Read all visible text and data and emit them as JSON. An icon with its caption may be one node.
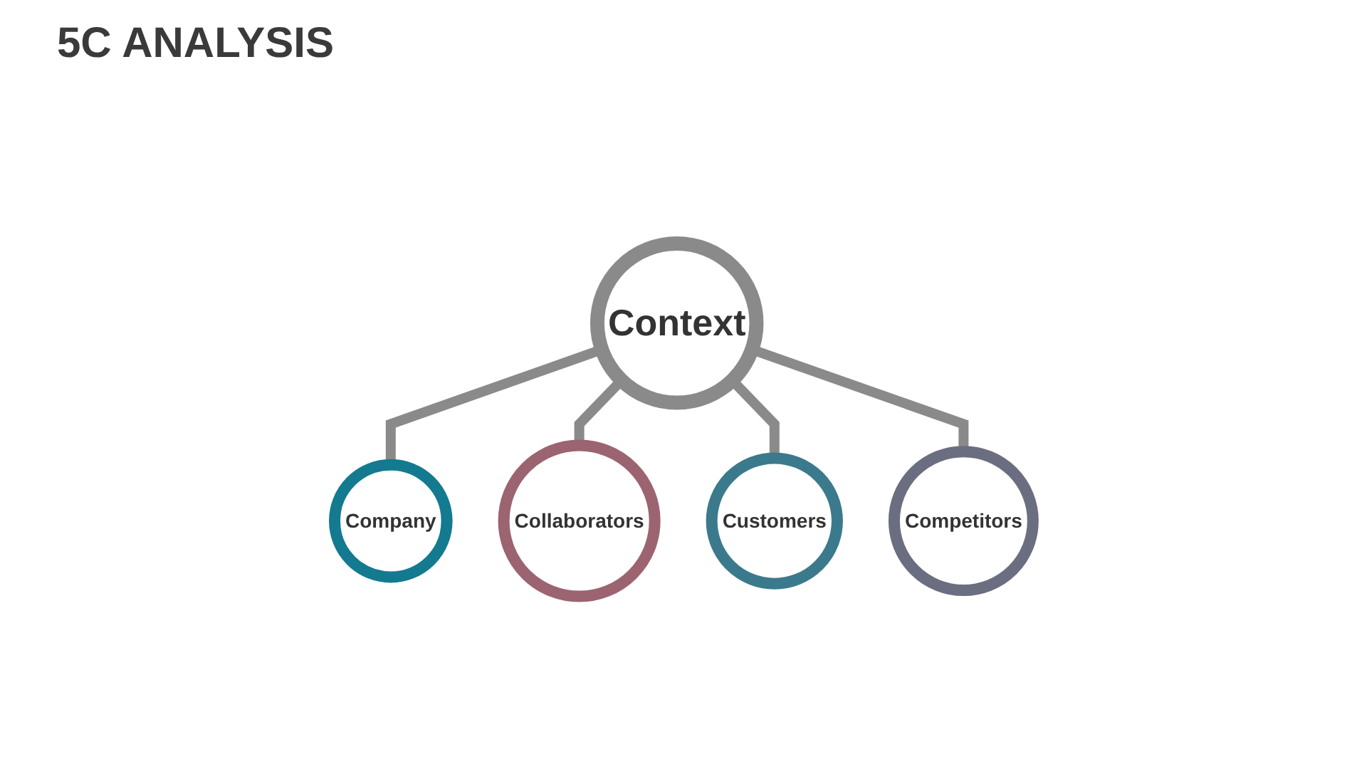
{
  "diagram": {
    "title": "5C ANALYSIS",
    "nodes": [
      {
        "text": [
          "Company"
        ]
      },
      {
        "text": [
          "Collaborators"
        ]
      },
      {
        "text": [
          "Context"
        ]
      },
      {
        "text": [
          "Customers"
        ]
      },
      {
        "text": [
          "Competitors"
        ]
      }
    ],
    "edges": [
      {
        "from": 2,
        "to": 0,
        "arrow": "none"
      },
      {
        "from": 2,
        "to": 1,
        "arrow": "none"
      },
      {
        "from": 2,
        "to": 3,
        "arrow": "none"
      },
      {
        "from": 2,
        "to": 4,
        "arrow": "none"
      }
    ]
  }
}
